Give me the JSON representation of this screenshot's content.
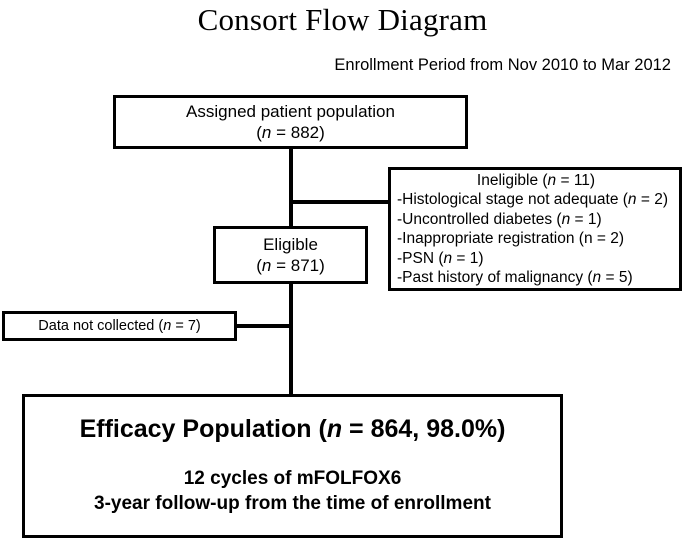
{
  "diagram": {
    "title": "Consort Flow Diagram",
    "subtitle": "Enrollment Period from Nov 2010 to Mar 2012"
  },
  "boxes": {
    "assigned": {
      "label": "Assigned patient population",
      "n_open": "(",
      "n_symbol": "n",
      "n_value": " = 882)"
    },
    "eligible": {
      "label": "Eligible",
      "n_open": "(",
      "n_symbol": "n",
      "n_value": " = 871)"
    },
    "ineligible": {
      "header_prefix": "Ineligible (",
      "header_symbol": "n",
      "header_suffix": " = 11)",
      "items": [
        {
          "text": "-Histological stage not adequate (",
          "symbol": "n",
          "suffix": " = 2)",
          "italic": true
        },
        {
          "text": "-Uncontrolled diabetes (",
          "symbol": "n",
          "suffix": " = 1)",
          "italic": true
        },
        {
          "text": "-Inappropriate registration (",
          "symbol": "n",
          "suffix": " = 2)",
          "italic": false
        },
        {
          "text": "-PSN (",
          "symbol": "n",
          "suffix": " = 1)",
          "italic": true
        },
        {
          "text": "-Past history of malignancy (",
          "symbol": "n",
          "suffix": " = 5)",
          "italic": true
        }
      ]
    },
    "not_collected": {
      "prefix": "Data not collected (",
      "symbol": "n",
      "suffix": " = 7)"
    },
    "efficacy": {
      "headline_prefix": "Efficacy Population (",
      "headline_symbol": "n",
      "headline_suffix": " = 864, 98.0%)",
      "line2": "12 cycles of mFOLFOX6",
      "line3": "3-year follow-up from the time of enrollment"
    }
  },
  "colors": {
    "background": "#ffffff",
    "ink": "#000000",
    "border": "#000000"
  }
}
